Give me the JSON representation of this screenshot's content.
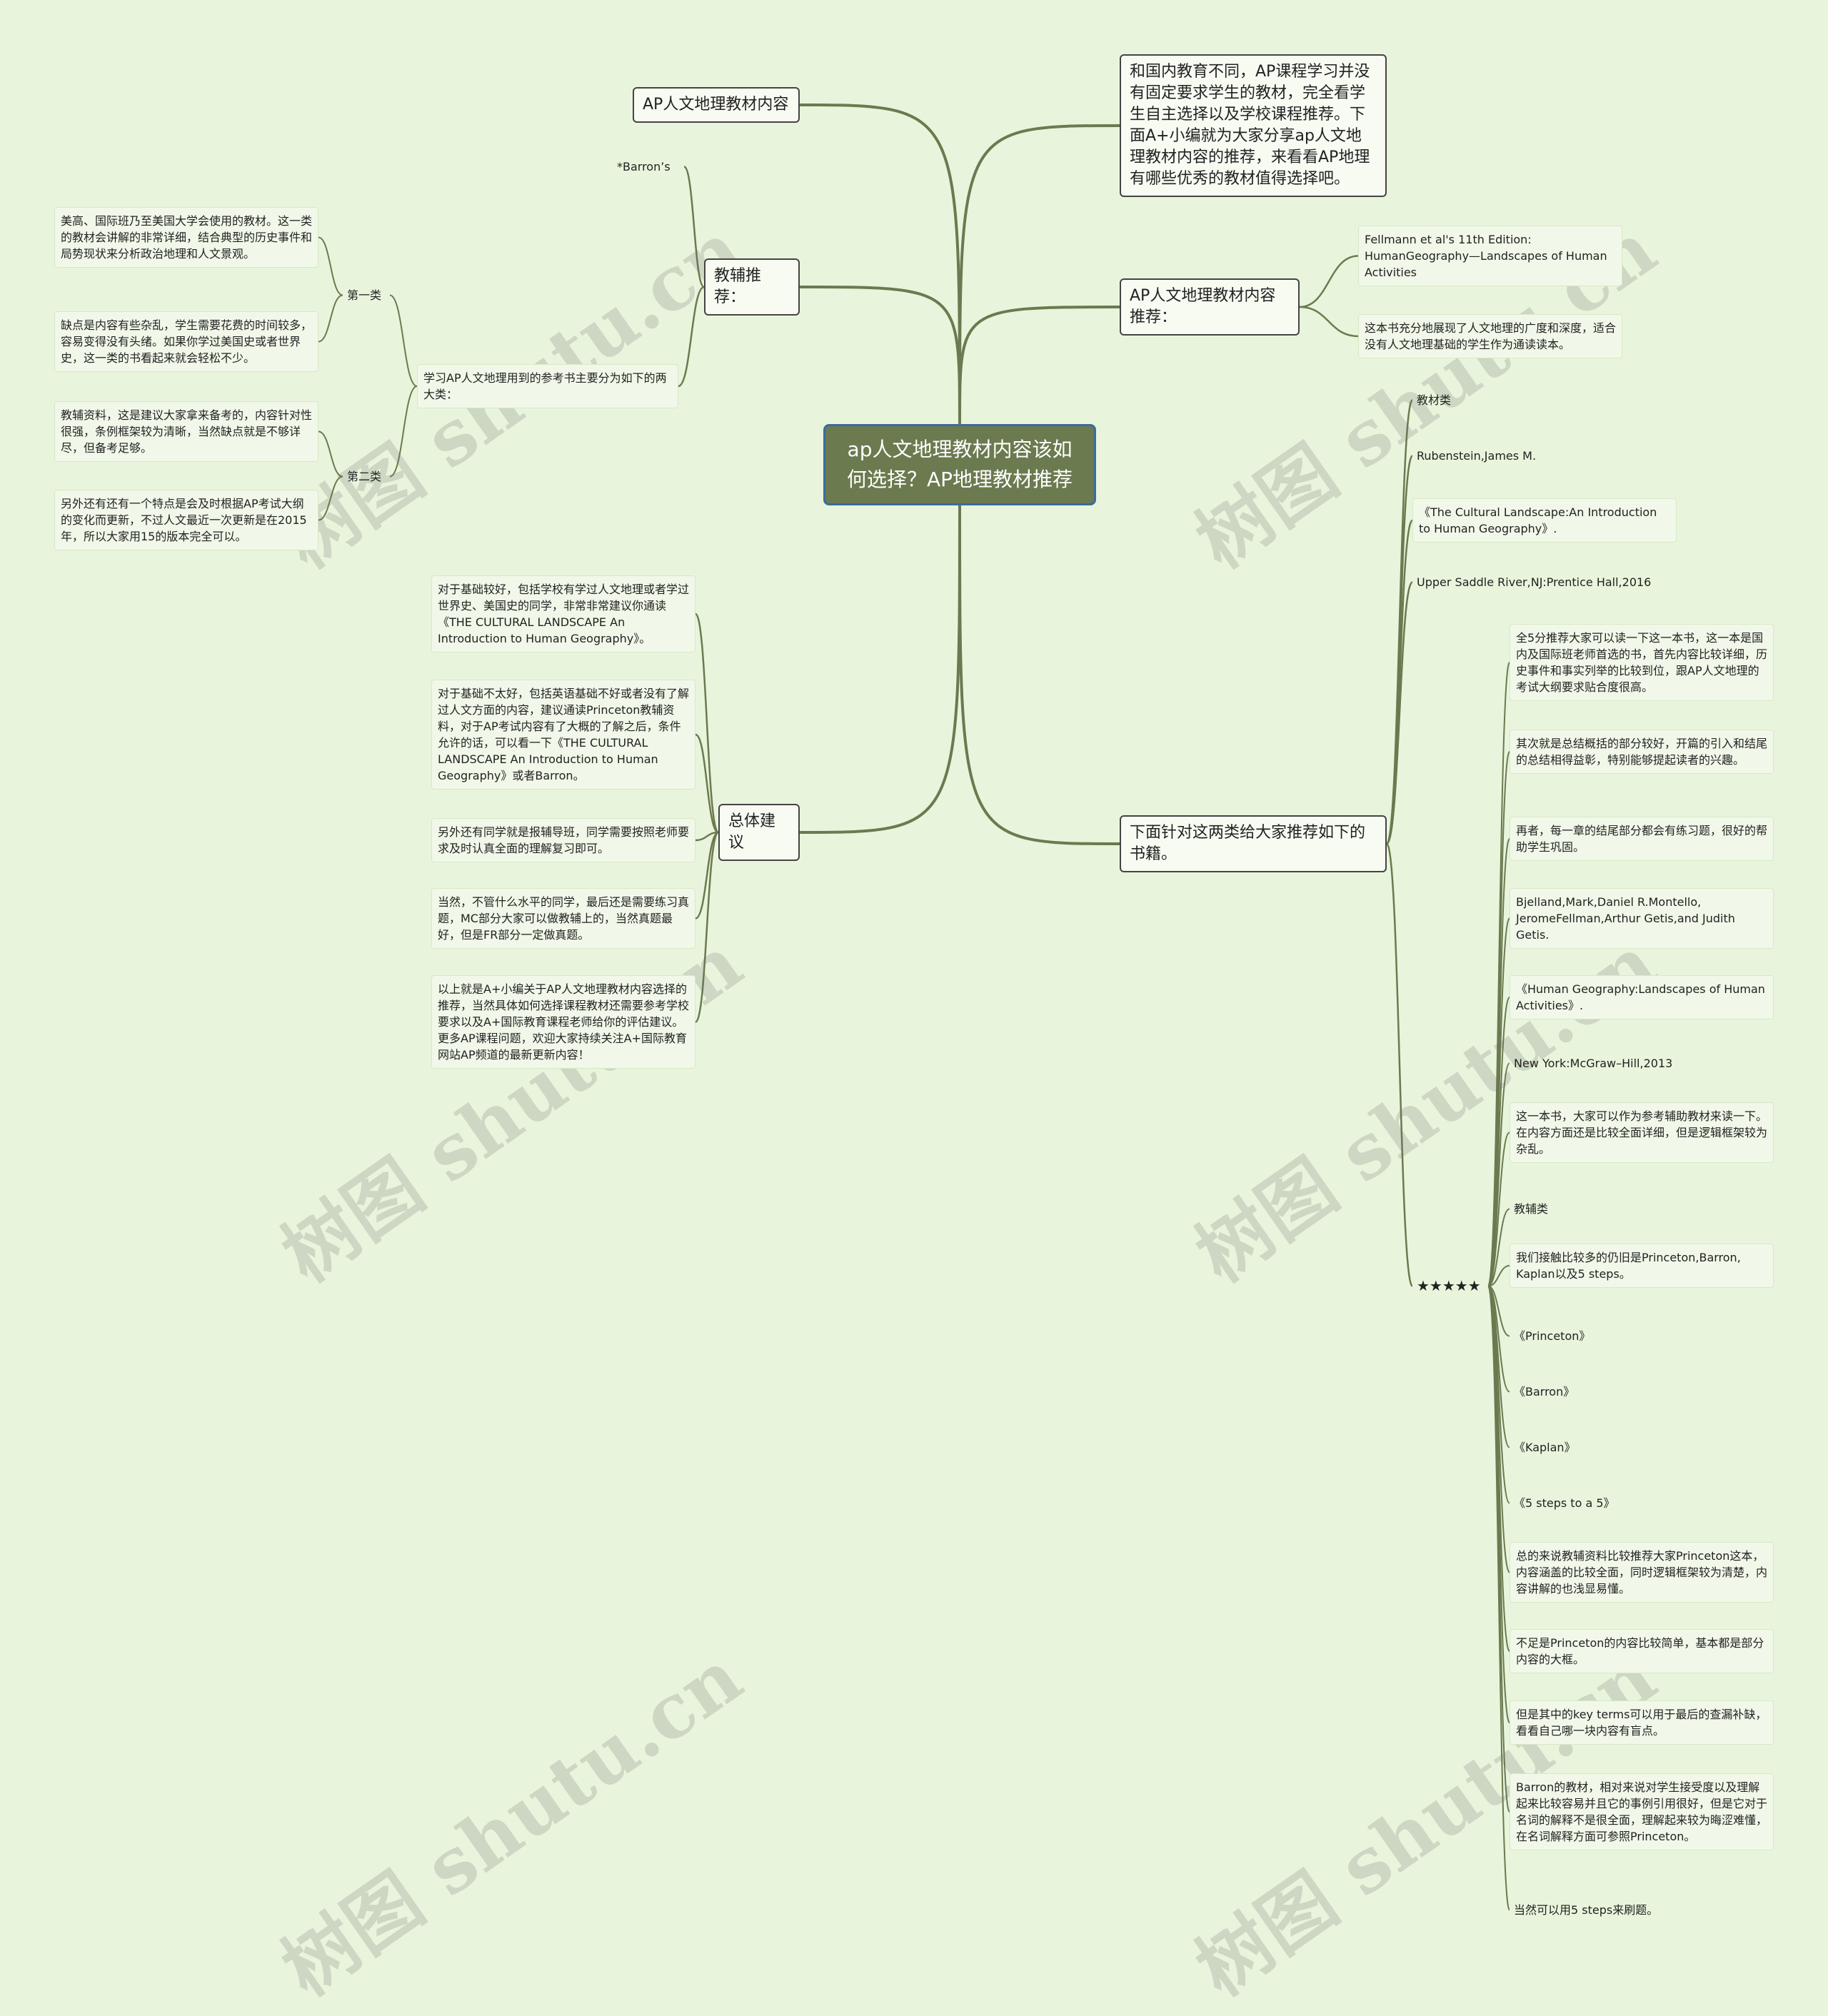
{
  "root": {
    "title": "ap人文地理教材内容该如何选择？AP地理教材推荐"
  },
  "colors": {
    "background": "#e8f5dc",
    "line": "#6b7a4f",
    "root_fill": "#6b7a4f",
    "root_border": "#3e6b9c"
  },
  "watermark": "树图 shutu.cn",
  "left": {
    "content_title": "AP人文地理教材内容",
    "aux": {
      "label": "教辅推荐：",
      "barron": "*Barron’s",
      "intro": "学习AP人文地理用到的参考书主要分为如下的两大类：",
      "cat1": {
        "label": "第一类",
        "items": [
          "美高、国际班乃至美国大学会使用的教材。这一类的教材会讲解的非常详细，结合典型的历史事件和局势现状来分析政治地理和人文景观。",
          "缺点是内容有些杂乱，学生需要花费的时间较多，容易变得没有头绪。如果你学过美国史或者世界史，这一类的书看起来就会轻松不少。"
        ]
      },
      "cat2": {
        "label": "第二类",
        "items": [
          "教辅资料，这是建议大家拿来备考的，内容针对性很强，条例框架较为清晰，当然缺点就是不够详尽，但备考足够。",
          "另外还有还有一个特点是会及时根据AP考试大纲的变化而更新，不过人文最近一次更新是在2015年，所以大家用15的版本完全可以。"
        ]
      }
    },
    "overall": {
      "label": "总体建议",
      "items": [
        "对于基础较好，包括学校有学过人文地理或者学过世界史、美国史的同学，非常非常建议你通读《THE CULTURAL LANDSCAPE An Introduction to Human Geography》。",
        "对于基础不太好，包括英语基础不好或者没有了解过人文方面的内容，建议通读Princeton教辅资料，对于AP考试内容有了大概的了解之后，条件允许的话，可以看一下《THE CULTURAL LANDSCAPE An Introduction to Human Geography》或者Barron。",
        "另外还有同学就是报辅导班，同学需要按照老师要求及时认真全面的理解复习即可。",
        "当然，不管什么水平的同学，最后还是需要练习真题，MC部分大家可以做教辅上的，当然真题最好，但是FR部分一定做真题。",
        "以上就是A+小编关于AP人文地理教材内容选择的推荐，当然具体如何选择课程教材还需要参考学校要求以及A+国际教育课程老师给你的评估建议。更多AP课程问题，欢迎大家持续关注A+国际教育网站AP频道的最新更新内容！"
      ]
    }
  },
  "right": {
    "intro": "和国内教育不同，AP课程学习并没有固定要求学生的教材，完全看学生自主选择以及学校课程推荐。下面A+小编就为大家分享ap人文地理教材内容的推荐，来看看AP地理有哪些优秀的教材值得选择吧。",
    "recommend": {
      "label": "AP人文地理教材内容推荐：",
      "items": [
        "Fellmann et al's 11th Edition: HumanGeography—Landscapes of Human  Activities",
        "这本书充分地展现了人文地理的广度和深度，适合没有人文地理基础的学生作为通读读本。"
      ]
    },
    "books": {
      "label": "下面针对这两类给大家推荐如下的书籍。",
      "items": [
        "教材类",
        "Rubenstein,James M.",
        "《The Cultural Landscape:An Introduction to Human Geography》.",
        "Upper Saddle River,NJ:Prentice Hall,2016"
      ],
      "stars": {
        "label": "★★★★★",
        "items": [
          "全5分推荐大家可以读一下这一本书，这一本是国内及国际班老师首选的书，首先内容比较详细，历史事件和事实列举的比较到位，跟AP人文地理的考试大纲要求贴合度很高。",
          "其次就是总结概括的部分较好，开篇的引入和结尾的总结相得益彰，特别能够提起读者的兴趣。",
          "再者，每一章的结尾部分都会有练习题，很好的帮助学生巩固。",
          "Bjelland,Mark,Daniel R.Montello, JeromeFellman,Arthur Getis,and Judith Getis.",
          "《Human Geography:Landscapes of Human Activities》.",
          "New York:McGraw–Hill,2013",
          "这一本书，大家可以作为参考辅助教材来读一下。在内容方面还是比较全面详细，但是逻辑框架较为杂乱。",
          "教辅类",
          "我们接触比较多的仍旧是Princeton,Barron, Kaplan以及5 steps。",
          "《Princeton》",
          "《Barron》",
          "《Kaplan》",
          "《5 steps to a 5》",
          "总的来说教辅资料比较推荐大家Princeton这本，内容涵盖的比较全面，同时逻辑框架较为清楚，内容讲解的也浅显易懂。",
          "不足是Princeton的内容比较简单，基本都是部分内容的大框。",
          "但是其中的key terms可以用于最后的查漏补缺，看看自己哪一块内容有盲点。",
          "Barron的教材，相对来说对学生接受度以及理解起来比较容易并且它的事例引用很好，但是它对于名词的解释不是很全面，理解起来较为晦涩难懂，在名词解释方面可参照Princeton。",
          "当然可以用5 steps来刷题。"
        ]
      }
    }
  }
}
